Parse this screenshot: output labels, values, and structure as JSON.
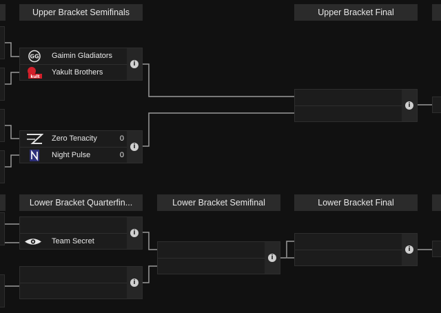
{
  "headers": {
    "upper_semifinals": "Upper Bracket Semifinals",
    "upper_final": "Upper Bracket Final",
    "lower_quarterfinal": "Lower Bracket Quarterfin...",
    "lower_semifinal": "Lower Bracket Semifinal",
    "lower_final": "Lower Bracket Final"
  },
  "matches": {
    "ub_semi_1": {
      "team1": {
        "name": "Gaimin Gladiators",
        "score": "",
        "logo": "gaimin-gladiators-logo"
      },
      "team2": {
        "name": "Yakult Brothers",
        "score": "",
        "logo": "yakult-brothers-logo"
      }
    },
    "ub_semi_2": {
      "team1": {
        "name": "Zero Tenacity",
        "score": "0",
        "logo": "zero-tenacity-logo"
      },
      "team2": {
        "name": "Night Pulse",
        "score": "0",
        "logo": "night-pulse-logo"
      }
    },
    "lb_qf_1": {
      "team1": {
        "name": "",
        "score": ""
      },
      "team2": {
        "name": "Team Secret",
        "score": "",
        "logo": "team-secret-logo"
      }
    }
  },
  "info_glyph": "i",
  "colors": {
    "background": "#111111",
    "header": "#2b2b2b",
    "match_box": "#1c1c1c",
    "connector": "#9a9a9a"
  }
}
